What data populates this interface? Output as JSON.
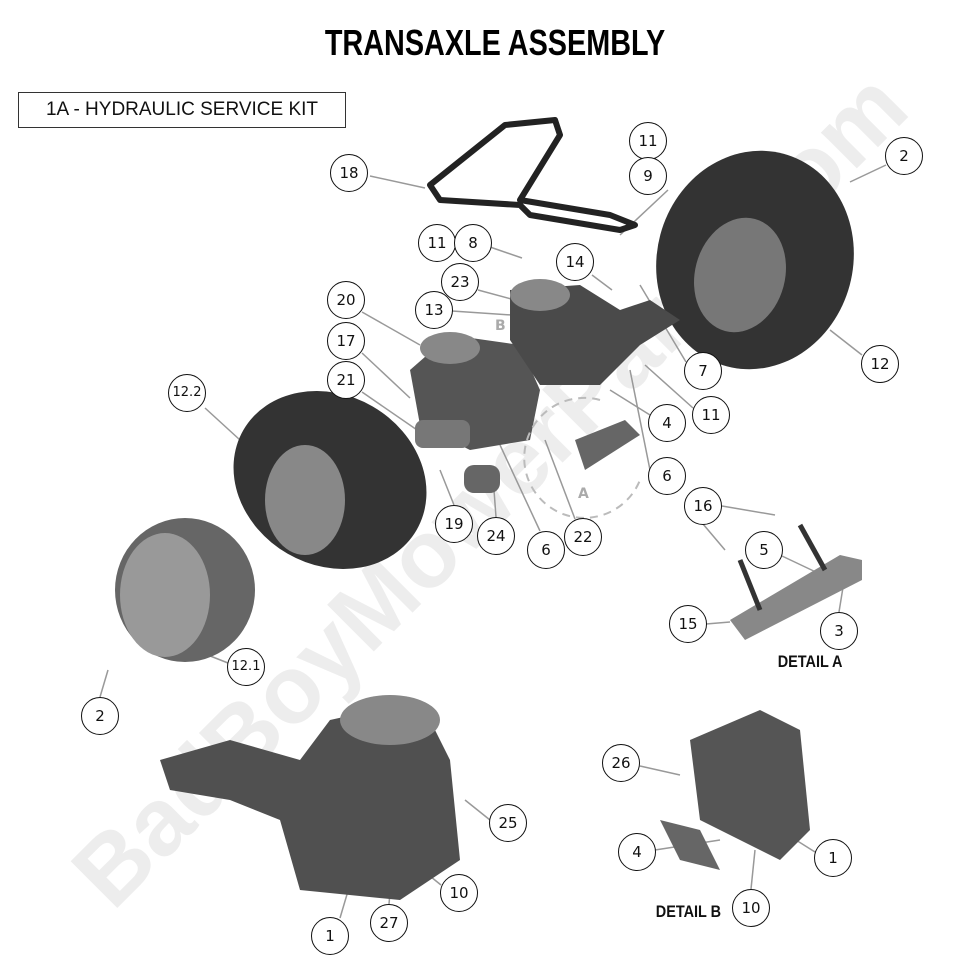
{
  "title": "TRANSAXLE ASSEMBLY",
  "kit_label": "1A - HYDRAULIC SERVICE KIT",
  "detail_a": "DETAIL A",
  "detail_b": "DETAIL B",
  "view_markers": [
    "A",
    "B"
  ],
  "watermark": "BadBoyMowerParts.com",
  "callouts": [
    "18",
    "11",
    "9",
    "2",
    "11",
    "8",
    "14",
    "23",
    "13",
    "20",
    "17",
    "21",
    "12.2",
    "7",
    "12",
    "4",
    "11",
    "6",
    "19",
    "24",
    "6",
    "22",
    "16",
    "5",
    "15",
    "3",
    "12.1",
    "2",
    "25",
    "26",
    "4",
    "1",
    "10",
    "27",
    "1",
    "10"
  ]
}
